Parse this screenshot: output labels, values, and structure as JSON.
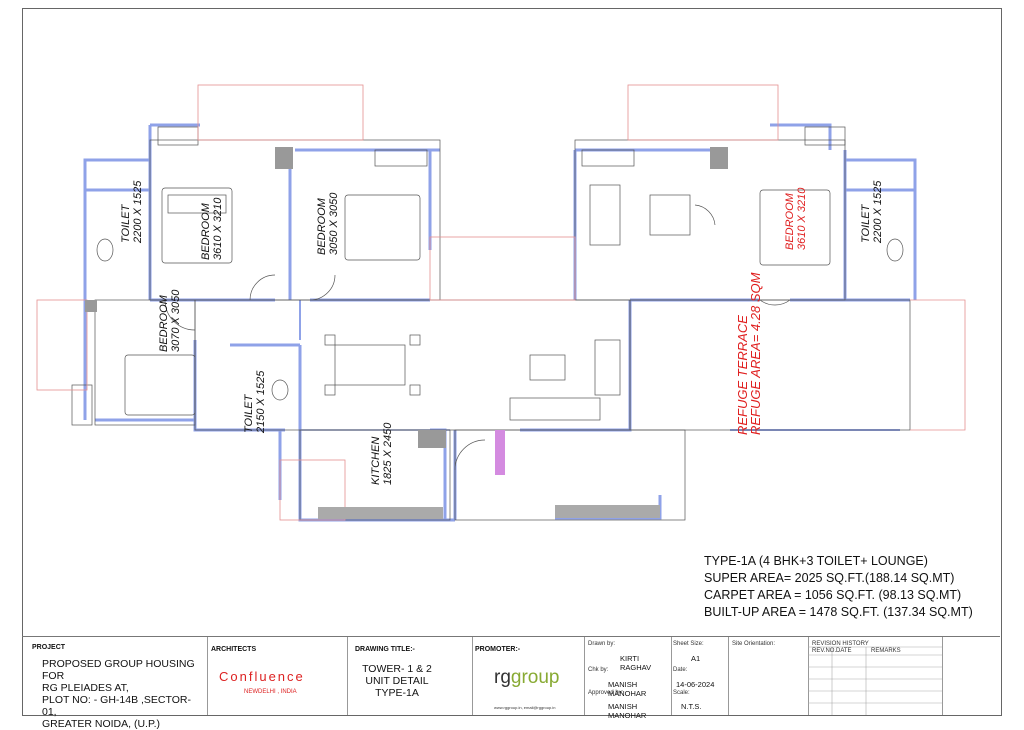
{
  "rooms": {
    "toilet_left": {
      "name": "TOILET",
      "size": "2200 X 1525"
    },
    "bedroom_1": {
      "name": "BEDROOM",
      "size": "3610 X 3210"
    },
    "bedroom_2": {
      "name": "BEDROOM",
      "size": "3050 X 3050"
    },
    "bedroom_3": {
      "name": "BEDROOM",
      "size": "3070 X 3050"
    },
    "toilet_mid": {
      "name": "TOILET",
      "size": "2150 X 1525"
    },
    "kitchen": {
      "name": "KITCHEN",
      "size": "1825 X 2450"
    },
    "bedroom_4": {
      "name": "BEDROOM",
      "size": "3610 X 3210"
    },
    "toilet_right": {
      "name": "TOILET",
      "size": "2200 X 1525"
    },
    "refuge": {
      "line1": "REFUGE TERRACE",
      "line2": "REFUGE AREA= 4.28 SQM"
    }
  },
  "summary": {
    "type": "TYPE-1A (4 BHK+3 TOILET+ LOUNGE)",
    "super": "SUPER AREA= 2025 SQ.FT.(188.14 SQ.MT)",
    "carpet": "CARPET AREA = 1056 SQ.FT. (98.13 SQ.MT)",
    "builtup": "BUILT-UP AREA = 1478 SQ.FT. (137.34 SQ.MT)"
  },
  "title_block": {
    "project_label": "PROJECT",
    "project_lines": [
      "PROPOSED GROUP HOUSING FOR",
      "RG PLEIADES AT,",
      "PLOT NO: - GH-14B ,SECTOR- 01,",
      "GREATER NOIDA, (U.P.)"
    ],
    "architects_label": "ARCHITECTS",
    "architect_name": "Confluence",
    "architect_city": "NEWDELHI , INDIA",
    "drawing_title_label": "DRAWING TITLE:-",
    "drawing_title_lines": [
      "TOWER- 1 & 2",
      "UNIT DETAIL",
      "TYPE-1A"
    ],
    "promoter_label": "PROMOTER:-",
    "promoter_logo_a": "rg",
    "promoter_logo_b": "group",
    "drawn_by_label": "Drawn by:",
    "drawn_by": "KIRTI RAGHAV",
    "sheet_size_label": "Sheet Size:",
    "sheet_size": "A1",
    "chk_by_label": "Chk by:",
    "chk_by": "MANISH MANOHAR",
    "date_label": "Date:",
    "date": "14-06-2024",
    "approved_by_label": "Approved by:",
    "approved_by": "MANISH MANOHAR",
    "scale_label": "Scale:",
    "scale": "N.T.S.",
    "orientation_label": "Site Orientation:",
    "revision_label": "REVISION HISTORY",
    "rev_col1": "REV.NO.",
    "rev_col2": "DATE",
    "rev_col3": "REMARKS",
    "footer_small": "www.rggroup.in, email@rggroup.in"
  }
}
